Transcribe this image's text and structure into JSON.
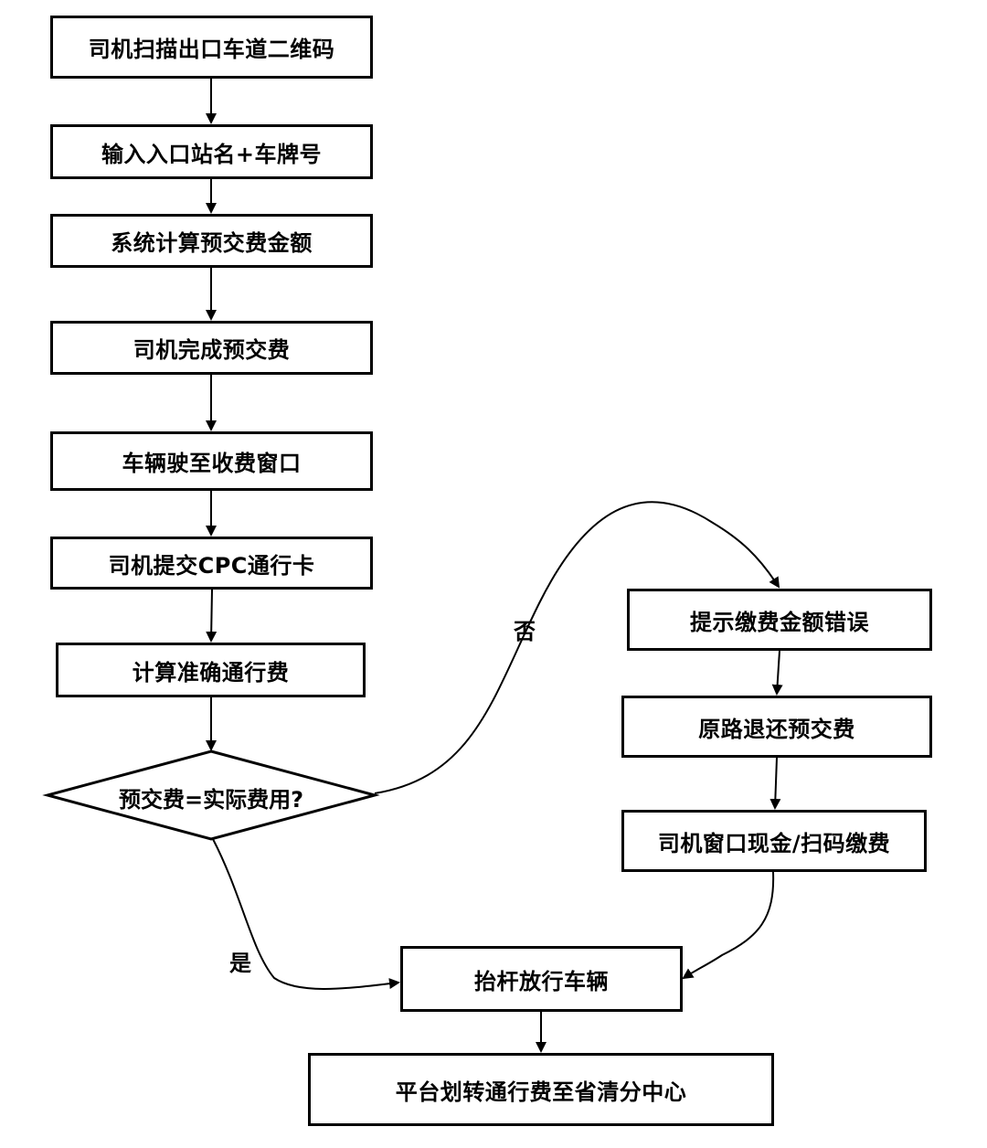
{
  "steps": {
    "scan_qr": "司机扫描出口车道二维码",
    "input_entry": "输入入口站名+车牌号",
    "calc_prepay": "系统计算预交费金额",
    "complete_prepay": "司机完成预交费",
    "drive_to_window": "车辆驶至收费窗口",
    "submit_cpc": "司机提交CPC通行卡",
    "calc_exact": "计算准确通行费",
    "decision": "预交费=实际费用?",
    "error_prompt": "提示缴费金额错误",
    "refund": "原路退还预交费",
    "window_pay": "司机窗口现金/扫码缴费",
    "release": "抬杆放行车辆",
    "transfer": "平台划转通行费至省清分中心"
  },
  "labels": {
    "no": "否",
    "yes": "是"
  }
}
